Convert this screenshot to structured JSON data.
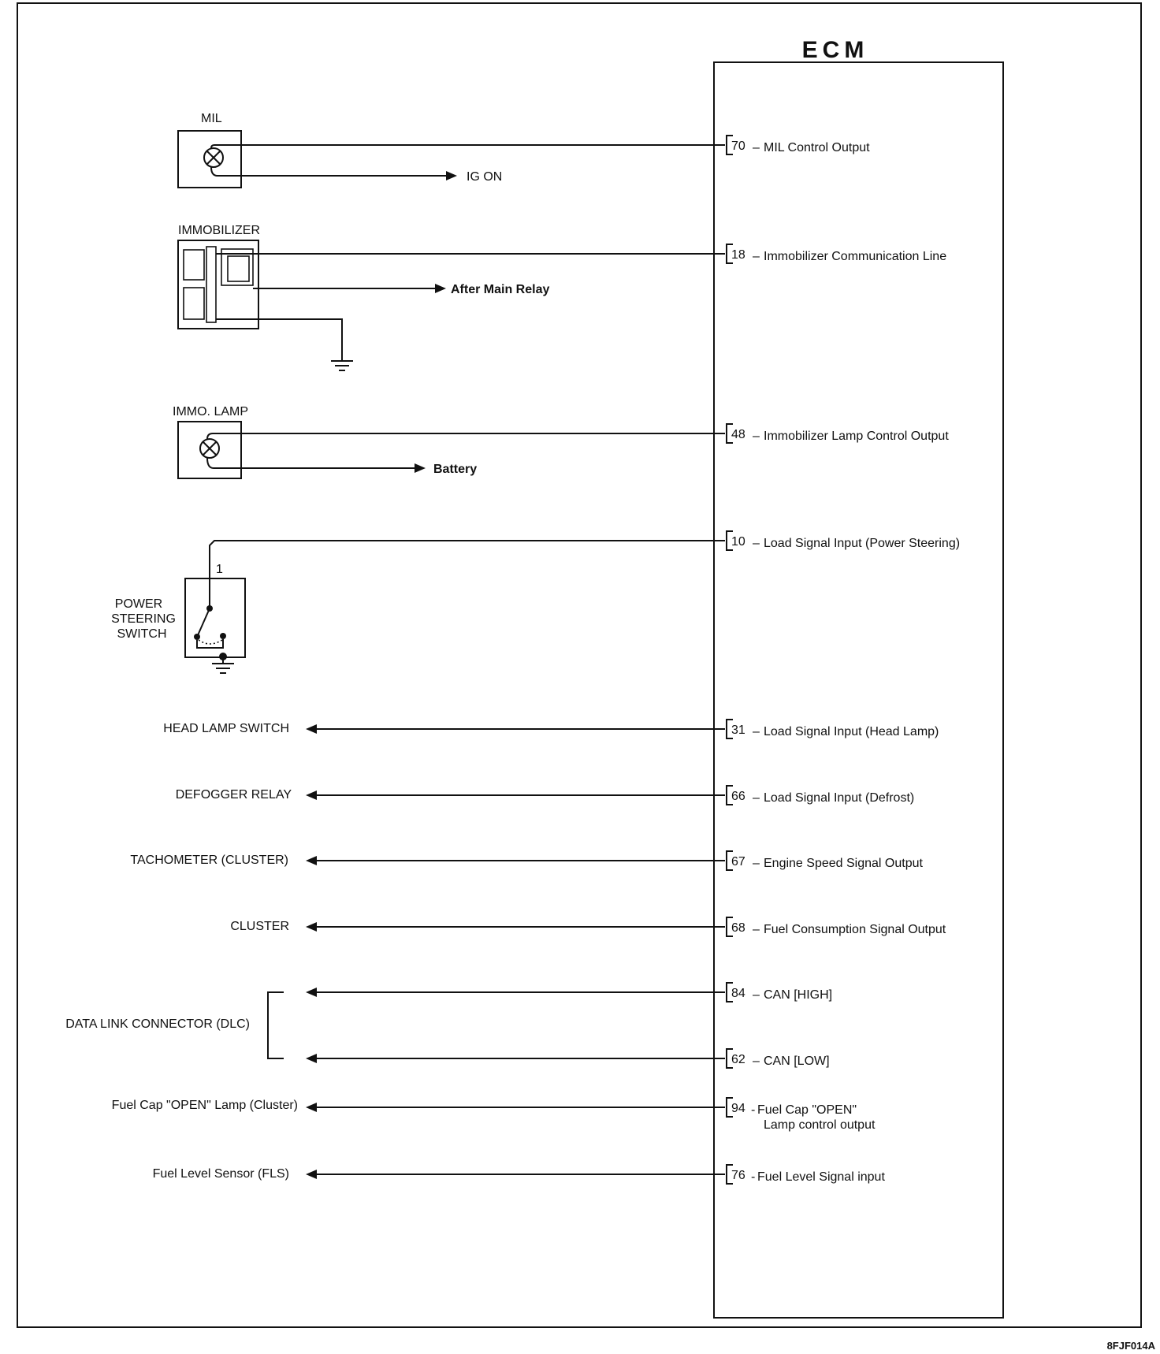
{
  "ecm": {
    "title": "ECM"
  },
  "mil": {
    "label": "MIL",
    "supply": "IG ON"
  },
  "immobilizer": {
    "label": "IMMOBILIZER",
    "supply": "After Main Relay"
  },
  "immo_lamp": {
    "label": "IMMO. LAMP",
    "supply": "Battery"
  },
  "power_steering": {
    "label_line1": "POWER",
    "label_line2": "STEERING",
    "label_line3": "SWITCH",
    "terminal": "1"
  },
  "pins": [
    {
      "num": "70",
      "text": "MIL Control Output"
    },
    {
      "num": "18",
      "text": "Immobilizer Communication Line"
    },
    {
      "num": "48",
      "text": "Immobilizer Lamp Control Output"
    },
    {
      "num": "10",
      "text": "Load Signal Input (Power Steering)"
    },
    {
      "num": "31",
      "text": "Load Signal Input (Head Lamp)"
    },
    {
      "num": "66",
      "text": "Load Signal Input (Defrost)"
    },
    {
      "num": "67",
      "text": "Engine Speed Signal Output"
    },
    {
      "num": "68",
      "text": "Fuel Consumption Signal Output"
    },
    {
      "num": "84",
      "text": "CAN [HIGH]"
    },
    {
      "num": "62",
      "text": "CAN [LOW]"
    },
    {
      "num": "94",
      "text": "Fuel Cap \"OPEN\"",
      "text2": "Lamp control output"
    },
    {
      "num": "76",
      "text": "Fuel Level Signal input"
    }
  ],
  "outputs": [
    "HEAD LAMP SWITCH",
    "DEFOGGER RELAY",
    "TACHOMETER (CLUSTER)",
    "CLUSTER",
    "DATA LINK CONNECTOR (DLC)",
    "Fuel Cap \"OPEN\" Lamp (Cluster)",
    "Fuel Level Sensor (FLS)"
  ],
  "figure_code": "8FJF014A"
}
